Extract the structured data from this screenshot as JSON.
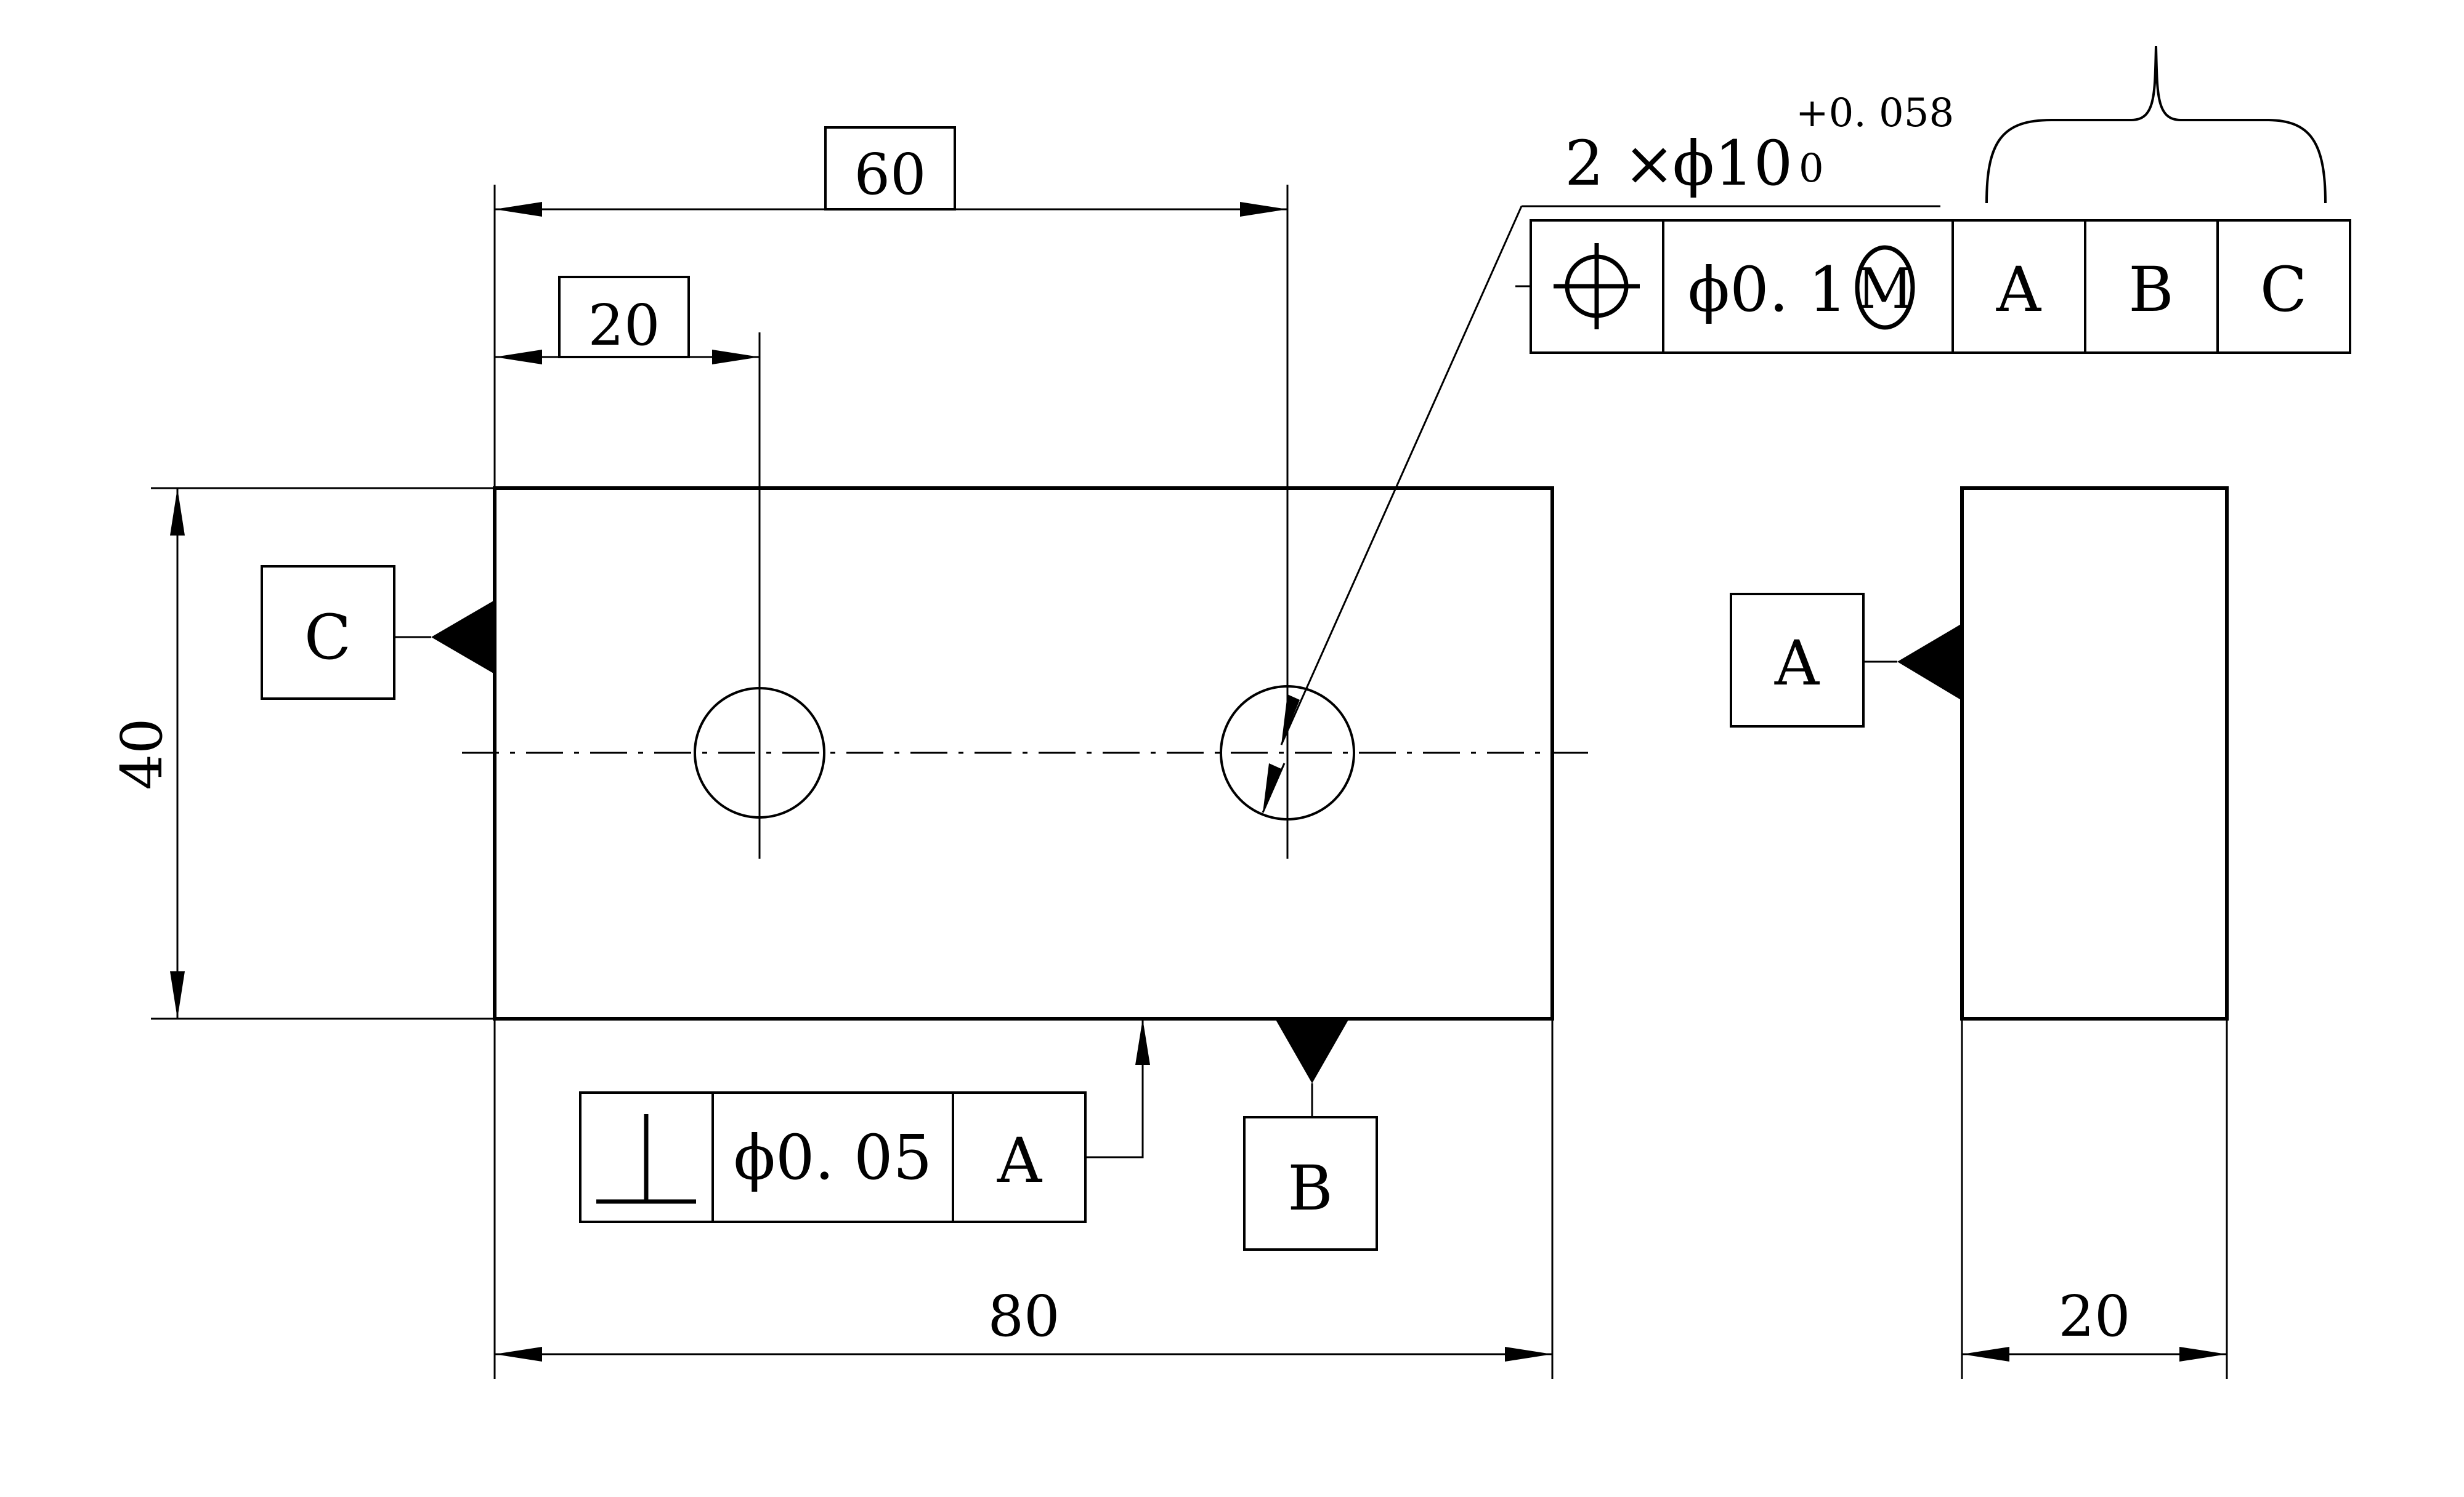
{
  "dimensions": {
    "width_80": "80",
    "height_40": "40",
    "hole_spacing_60": "60",
    "hole_offset_20": "20",
    "side_width_20": "20"
  },
  "hole_callout": {
    "count_prefix": "2 ×",
    "diameter": "ϕ10",
    "upper_tol": "+0. 058",
    "lower_tol": "0"
  },
  "position_fcf": {
    "symbol": "position-symbol",
    "tolerance": "ϕ0. 1",
    "modifier": "M",
    "datum_1": "A",
    "datum_2": "B",
    "datum_3": "C"
  },
  "perpendicularity_fcf": {
    "symbol": "perpendicularity-symbol",
    "tolerance": "ϕ0. 05",
    "datum": "A"
  },
  "datums": {
    "left": "C",
    "bottom": "B",
    "side_view": "A"
  }
}
